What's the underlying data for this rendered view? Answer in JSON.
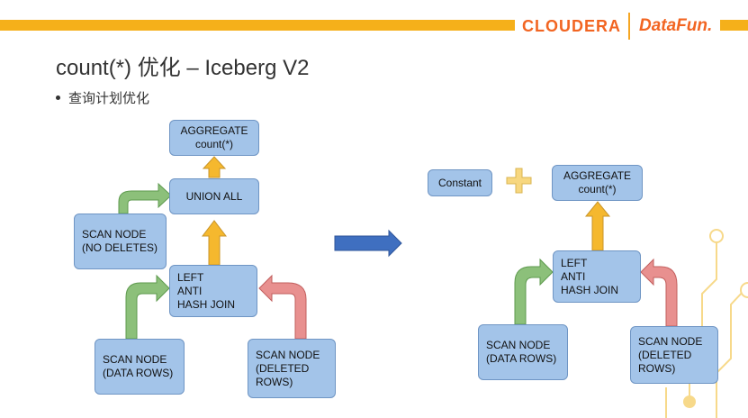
{
  "header": {
    "brand_left": "CLOUDERA",
    "brand_right": "DataFun.",
    "colors": {
      "accent_yellow": "#f5b01a",
      "accent_orange": "#f26522"
    }
  },
  "slide": {
    "title": "count(*) 优化 – Iceberg V2",
    "bullet": "查询计划优化"
  },
  "diagram": {
    "before": {
      "aggregate": [
        "AGGREGATE",
        "count(*)"
      ],
      "union_all": [
        "UNION ALL"
      ],
      "scan_no_deletes": [
        "SCAN NODE",
        "(NO DELETES)"
      ],
      "anti_join": [
        "LEFT",
        "ANTI",
        "HASH JOIN"
      ],
      "scan_data_rows": [
        "SCAN NODE",
        "(DATA ROWS)"
      ],
      "scan_deleted_rows": [
        "SCAN NODE",
        "(DELETED",
        "ROWS)"
      ]
    },
    "after": {
      "constant": [
        "Constant"
      ],
      "aggregate": [
        "AGGREGATE",
        "count(*)"
      ],
      "anti_join": [
        "LEFT",
        "ANTI",
        "HASH JOIN"
      ],
      "scan_data_rows": [
        "SCAN NODE",
        "(DATA ROWS)"
      ],
      "scan_deleted_rows": [
        "SCAN NODE",
        "(DELETED",
        "ROWS)"
      ]
    },
    "colors": {
      "node_fill": "#a3c4e9",
      "node_border": "#6f95c4",
      "arrow_up": "#f5b82e",
      "arrow_green": "#8cc07a",
      "arrow_red": "#e8908f",
      "transform_arrow": "#3f6fc0",
      "plus": "#f7d77f",
      "decor_lines": "#f7d98a"
    },
    "icons": [
      "plus-icon",
      "transform-arrow-icon"
    ]
  }
}
